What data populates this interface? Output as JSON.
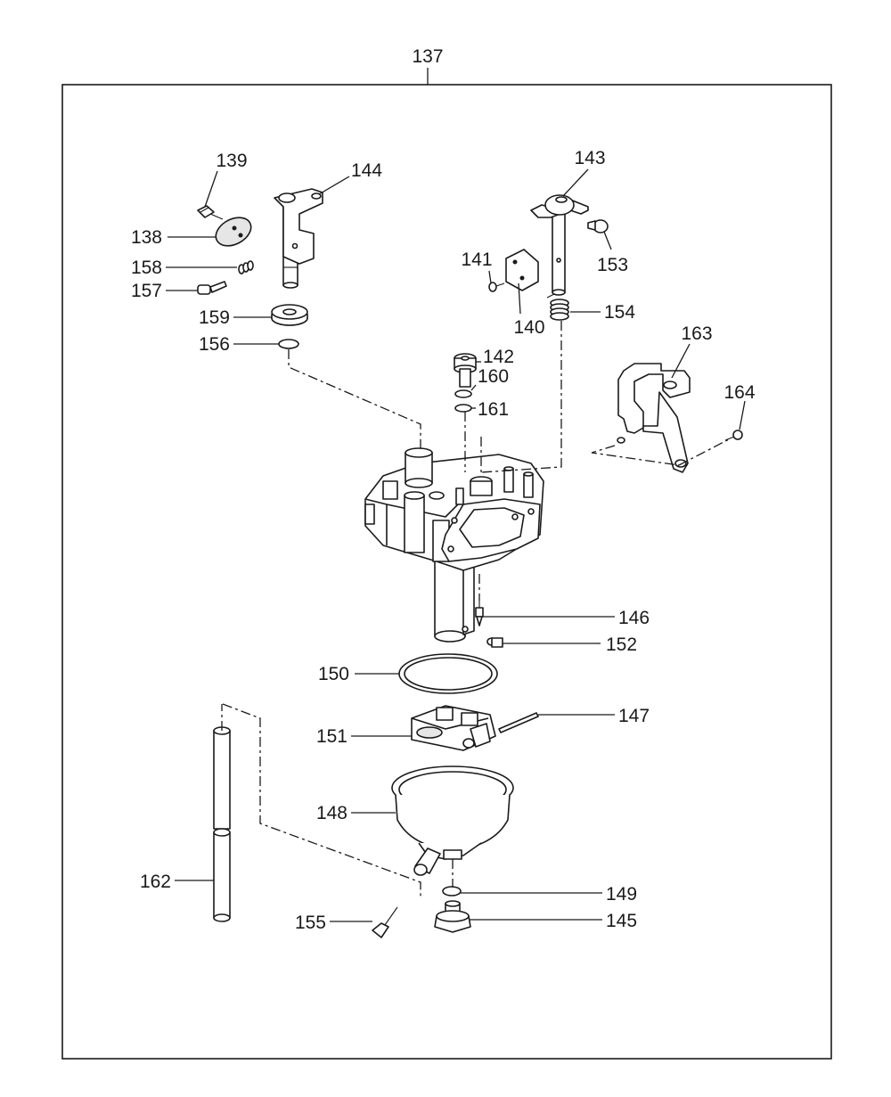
{
  "assembly": {
    "number": "137"
  },
  "parts": [
    {
      "id": "138"
    },
    {
      "id": "139"
    },
    {
      "id": "140"
    },
    {
      "id": "141"
    },
    {
      "id": "142"
    },
    {
      "id": "143"
    },
    {
      "id": "144"
    },
    {
      "id": "145"
    },
    {
      "id": "146"
    },
    {
      "id": "147"
    },
    {
      "id": "148"
    },
    {
      "id": "149"
    },
    {
      "id": "150"
    },
    {
      "id": "151"
    },
    {
      "id": "152"
    },
    {
      "id": "153"
    },
    {
      "id": "154"
    },
    {
      "id": "155"
    },
    {
      "id": "156"
    },
    {
      "id": "157"
    },
    {
      "id": "158"
    },
    {
      "id": "159"
    },
    {
      "id": "160"
    },
    {
      "id": "161"
    },
    {
      "id": "162"
    },
    {
      "id": "163"
    },
    {
      "id": "164"
    }
  ]
}
